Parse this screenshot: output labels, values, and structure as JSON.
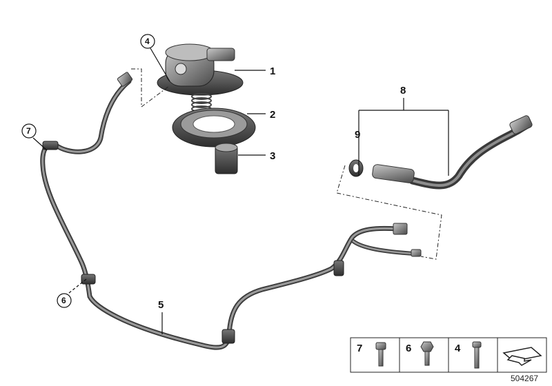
{
  "diagram": {
    "callouts": [
      {
        "id": "1",
        "label": "1"
      },
      {
        "id": "2",
        "label": "2"
      },
      {
        "id": "3",
        "label": "3"
      },
      {
        "id": "4",
        "label": "4"
      },
      {
        "id": "5",
        "label": "5"
      },
      {
        "id": "6",
        "label": "6"
      },
      {
        "id": "7",
        "label": "7"
      },
      {
        "id": "8",
        "label": "8"
      },
      {
        "id": "9",
        "label": "9"
      }
    ],
    "legend": [
      {
        "label": "7",
        "icon": "torx-bolt-icon"
      },
      {
        "label": "6",
        "icon": "hex-bolt-icon"
      },
      {
        "label": "4",
        "icon": "long-bolt-icon"
      },
      {
        "label": "",
        "icon": "arrow-card-icon"
      }
    ],
    "diagram_id": "504267"
  }
}
